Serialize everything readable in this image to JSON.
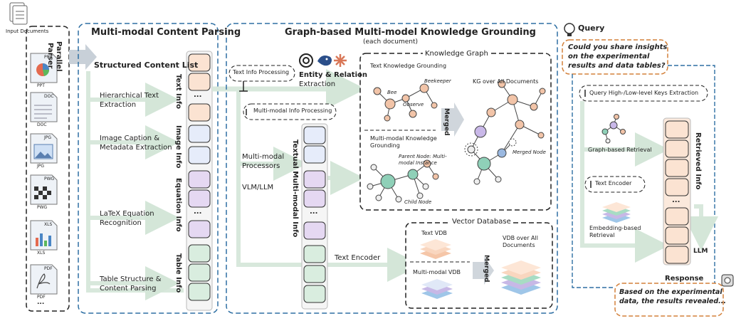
{
  "input": {
    "title": "Input Documents",
    "parser_label": [
      "Parallel",
      "Parser"
    ],
    "docs": [
      {
        "label": "PPT",
        "tag": "PPT"
      },
      {
        "label": "DOC",
        "tag": "DOC"
      },
      {
        "label": "JPG",
        "tag": "JPG"
      },
      {
        "label": "PWG",
        "tag": "PWG"
      },
      {
        "label": "XLS",
        "tag": "XLS"
      },
      {
        "label": "PDF",
        "tag": "PDF"
      }
    ],
    "more": "..."
  },
  "parsing": {
    "title": "Multi-modal Content Parsing",
    "list_title": "Structured Content List",
    "steps": [
      [
        "Hierarchical Text",
        "Extraction"
      ],
      [
        "Image Caption &",
        "Metadata Extraction"
      ],
      [
        "LaTeX Equation",
        "Recognition"
      ],
      [
        "Table Structure &",
        "Content Parsing"
      ]
    ],
    "info_labels": [
      "Text Info",
      "Image Info",
      "Equation Info",
      "Table Info"
    ],
    "dots": "..."
  },
  "grounding": {
    "title": "Graph-based Multi-model Knowledge Grounding",
    "subtitle": "(each document)",
    "text_info_processing": "Text Info Processing",
    "entity_relation": [
      "Entity & Relation",
      "Extraction"
    ],
    "mm_info_processing": "Multi-modal Info Processing",
    "mm_processors": [
      "Multi-modal",
      "Processors"
    ],
    "vlm_llm": "VLM/LLM",
    "textual_mm_info": "Textual Multi-modal Info",
    "text_encoder": "Text Encoder",
    "dots": "...",
    "kg": {
      "title": "Knowledge Graph",
      "text_grounding": "Text Knowledge Grounding",
      "bee": "Bee",
      "beekeeper": "Beekeeper",
      "observe": "Observe",
      "mm_grounding": [
        "Multi-modal Knowledge",
        "Grounding"
      ],
      "parent_node": [
        "Parent Node: Multi-",
        "modal Instance"
      ],
      "child_node": "Child Node",
      "merged": "Merged",
      "kg_all": "KG over All Documents",
      "merged_node": "Merged Node"
    },
    "vdb": {
      "title": "Vector Database",
      "text_vdb": "Text VDB",
      "mm_vdb": "Multi-modal VDB",
      "merged": "Merged",
      "vdb_all": [
        "VDB over All",
        "Documents"
      ]
    }
  },
  "retrieval": {
    "query_title": "Query",
    "query_text": [
      "Could you share insights",
      "on the experimental",
      "results and data tables?"
    ],
    "keys_extraction": "Query High-/Low-level Keys Extraction",
    "graph_retrieval": "Graph-based Retrieval",
    "text_encoder": "Text Encoder",
    "embedding_retrieval": [
      "Embedding-based",
      "Retrieval"
    ],
    "retrieved_info": "Retrieved Info",
    "llm": "LLM",
    "response_title": "Response",
    "response_text": [
      "Based on the experimental",
      "data, the results revealed..."
    ],
    "dots": "..."
  },
  "colors": {
    "panel_border": "#2e6fa3",
    "arrow": "#d8e8dc",
    "text_cell": "#fbe3d2",
    "image_cell": "#e6ecfa",
    "equation_cell": "#e5d8f2",
    "table_cell": "#d9eddf",
    "query_border": "#d3803a"
  }
}
